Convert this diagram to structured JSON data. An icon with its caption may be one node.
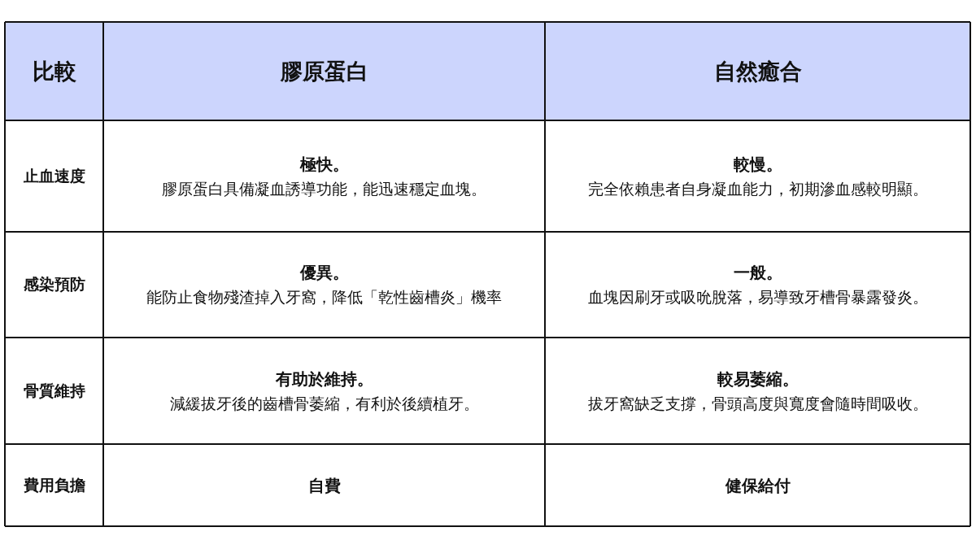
{
  "diagram": {
    "labels": [
      "比較",
      "膠原蛋白",
      "自然癒合",
      "止血速度",
      "極快。",
      "膠原蛋白具備凝血誘導功能，能迅速穩定血塊。",
      "較慢。",
      "完全依賴患者自身凝血能力，初期滲血感較明顯。",
      "感染預防",
      "優異。",
      "能防止食物殘渣掉入牙窩，降低「乾性齒槽炎」機率",
      "一般。",
      "血塊因刷牙或吸吮脫落，易導致牙槽骨暴露發炎。",
      "骨質維持",
      "有助於維持。",
      "減緩拔牙後的齒槽骨萎縮，有利於後續植牙。",
      "較易萎縮。",
      "拔牙窩缺乏支撐，骨頭高度與寬度會隨時間吸收。",
      "費用負擔",
      "自費",
      "健保給付"
    ]
  }
}
